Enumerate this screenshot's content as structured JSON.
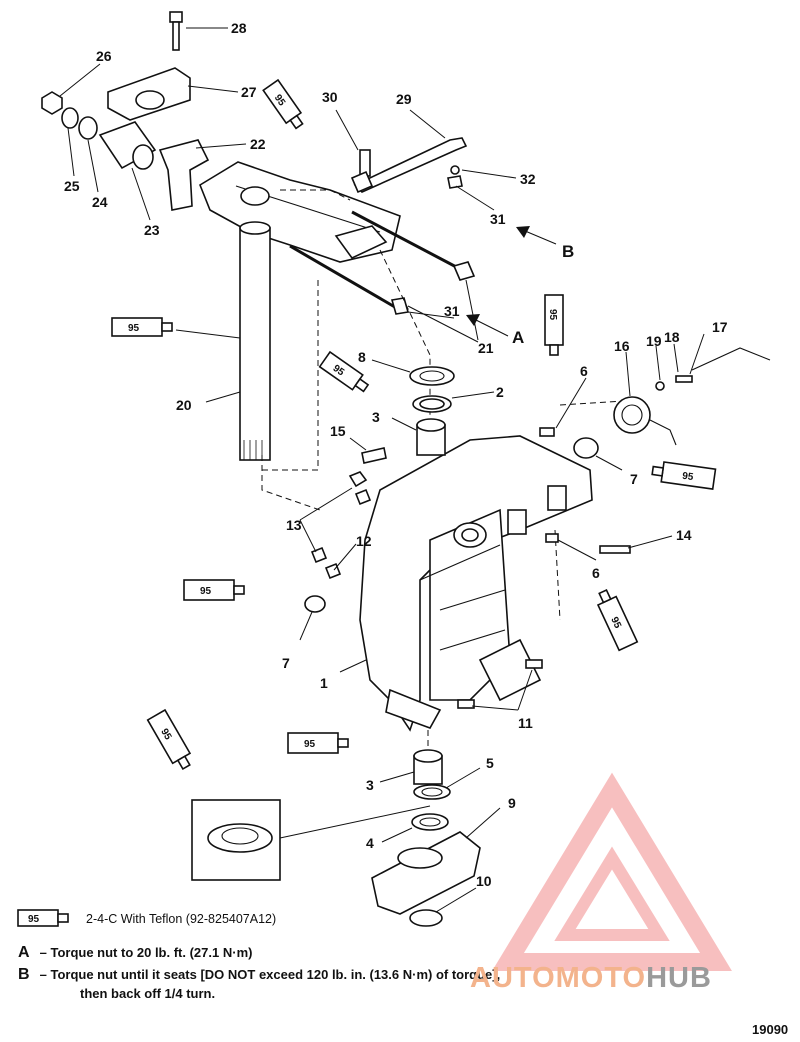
{
  "callouts": [
    "28",
    "27",
    "26",
    "25",
    "24",
    "23",
    "22",
    "30",
    "29",
    "32",
    "31",
    "B",
    "31",
    "21",
    "A",
    "20",
    "8",
    "2",
    "3",
    "15",
    "16",
    "19",
    "18",
    "17",
    "6",
    "7",
    "13",
    "12",
    "14",
    "6",
    "7",
    "1",
    "11",
    "3",
    "5",
    "4",
    "9",
    "10"
  ],
  "tube_label": "95",
  "legend_text": "2-4-C With Teflon (92-825407A12)",
  "notes": [
    {
      "key": "A",
      "text": "Torque nut to 20 lb. ft. (27.1 N·m)"
    },
    {
      "key": "B",
      "text": "Torque nut until it seats [DO NOT exceed 120 lb. in. (13.6 N·m) of torque],"
    },
    {
      "key": "",
      "text": "then back off 1/4 turn."
    }
  ],
  "figure_number": "19090",
  "watermark": {
    "part1": "AUTOMOTO",
    "part2": "HUB",
    "color_triangle": "#f28b8b",
    "color_text1": "#f3b38c",
    "color_text2": "#9a9a9a"
  }
}
